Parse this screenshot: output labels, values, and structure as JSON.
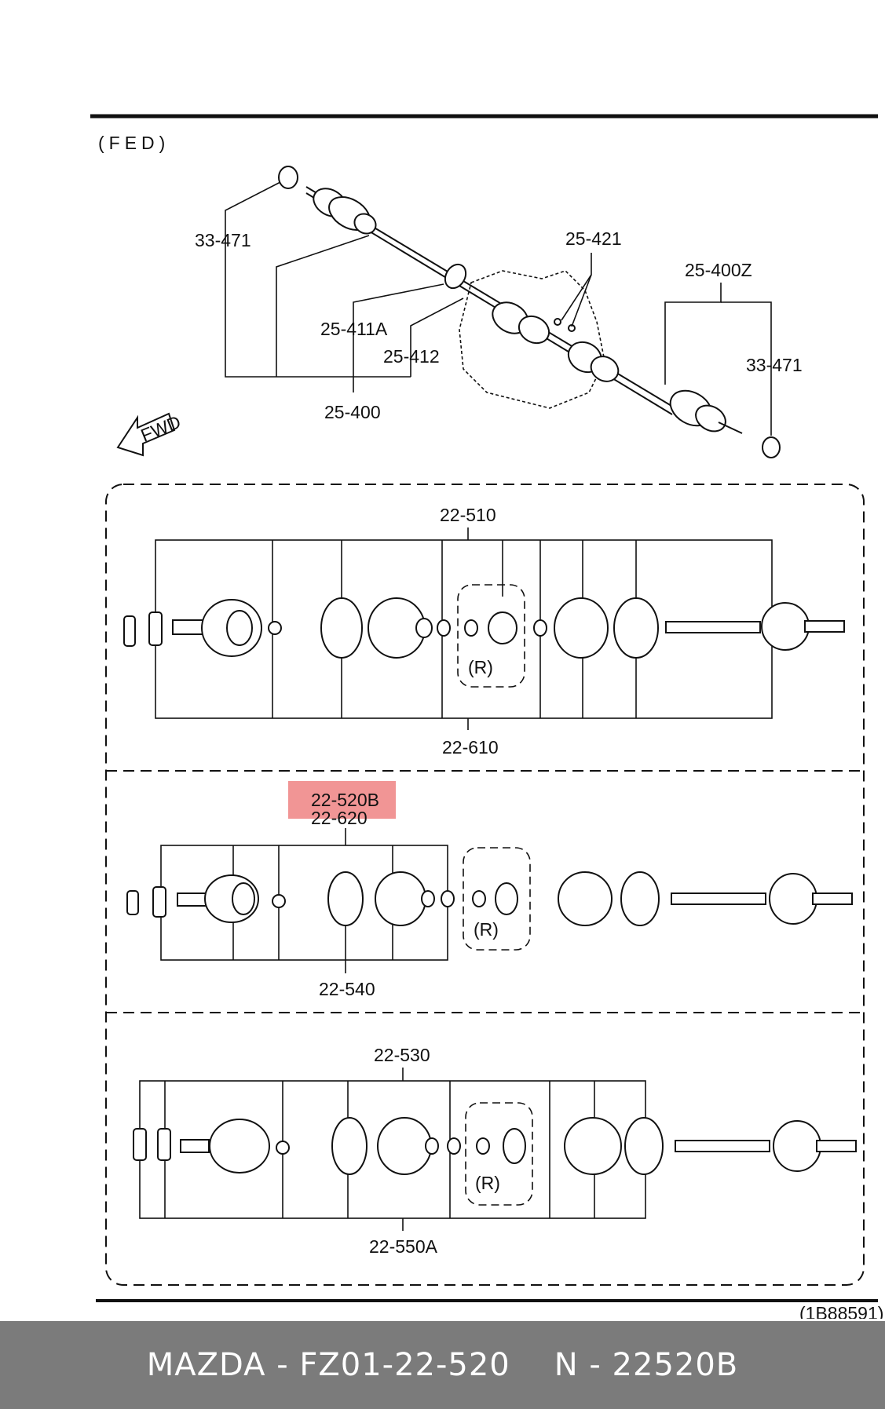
{
  "variant_label": "(FED)",
  "fwd_label": "FWD",
  "drawing_number": "(1B88591)",
  "top_callouts": {
    "c33471_left": "33-471",
    "c25411A": "25-411A",
    "c25412": "25-412",
    "c25400": "25-400",
    "c25421": "25-421",
    "c25400Z": "25-400Z",
    "c33471_right": "33-471"
  },
  "panel1": {
    "top": "22-510",
    "bottom": "22-610",
    "r": "(R)"
  },
  "panel2": {
    "highlight": "22-520B",
    "top": "22-620",
    "bottom": "22-540",
    "r": "(R)"
  },
  "panel3": {
    "top": "22-530",
    "bottom": "22-550A",
    "r": "(R)"
  },
  "highlight_color": "#f08a8a",
  "footer": {
    "part": "MAZDA - FZ01-22-520",
    "ref": "N - 22520B"
  }
}
